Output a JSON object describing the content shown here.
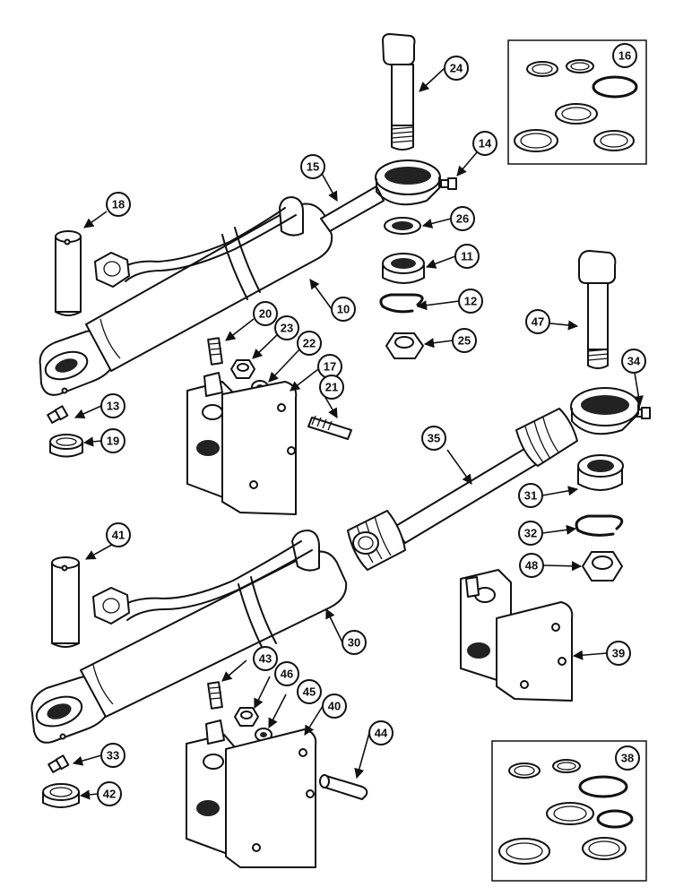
{
  "callouts": [
    {
      "id": "10",
      "label": "10"
    },
    {
      "id": "11",
      "label": "11"
    },
    {
      "id": "12",
      "label": "12"
    },
    {
      "id": "13",
      "label": "13"
    },
    {
      "id": "14",
      "label": "14"
    },
    {
      "id": "15",
      "label": "15"
    },
    {
      "id": "16",
      "label": "16"
    },
    {
      "id": "17",
      "label": "17"
    },
    {
      "id": "18",
      "label": "18"
    },
    {
      "id": "19",
      "label": "19"
    },
    {
      "id": "20",
      "label": "20"
    },
    {
      "id": "21",
      "label": "21"
    },
    {
      "id": "22",
      "label": "22"
    },
    {
      "id": "23",
      "label": "23"
    },
    {
      "id": "24",
      "label": "24"
    },
    {
      "id": "25",
      "label": "25"
    },
    {
      "id": "26",
      "label": "26"
    },
    {
      "id": "30",
      "label": "30"
    },
    {
      "id": "31",
      "label": "31"
    },
    {
      "id": "32",
      "label": "32"
    },
    {
      "id": "33",
      "label": "33"
    },
    {
      "id": "34",
      "label": "34"
    },
    {
      "id": "35",
      "label": "35"
    },
    {
      "id": "38",
      "label": "38"
    },
    {
      "id": "39",
      "label": "39"
    },
    {
      "id": "40",
      "label": "40"
    },
    {
      "id": "41",
      "label": "41"
    },
    {
      "id": "42",
      "label": "42"
    },
    {
      "id": "43",
      "label": "43"
    },
    {
      "id": "44",
      "label": "44"
    },
    {
      "id": "45",
      "label": "45"
    },
    {
      "id": "46",
      "label": "46"
    },
    {
      "id": "47",
      "label": "47"
    },
    {
      "id": "48",
      "label": "48"
    }
  ]
}
